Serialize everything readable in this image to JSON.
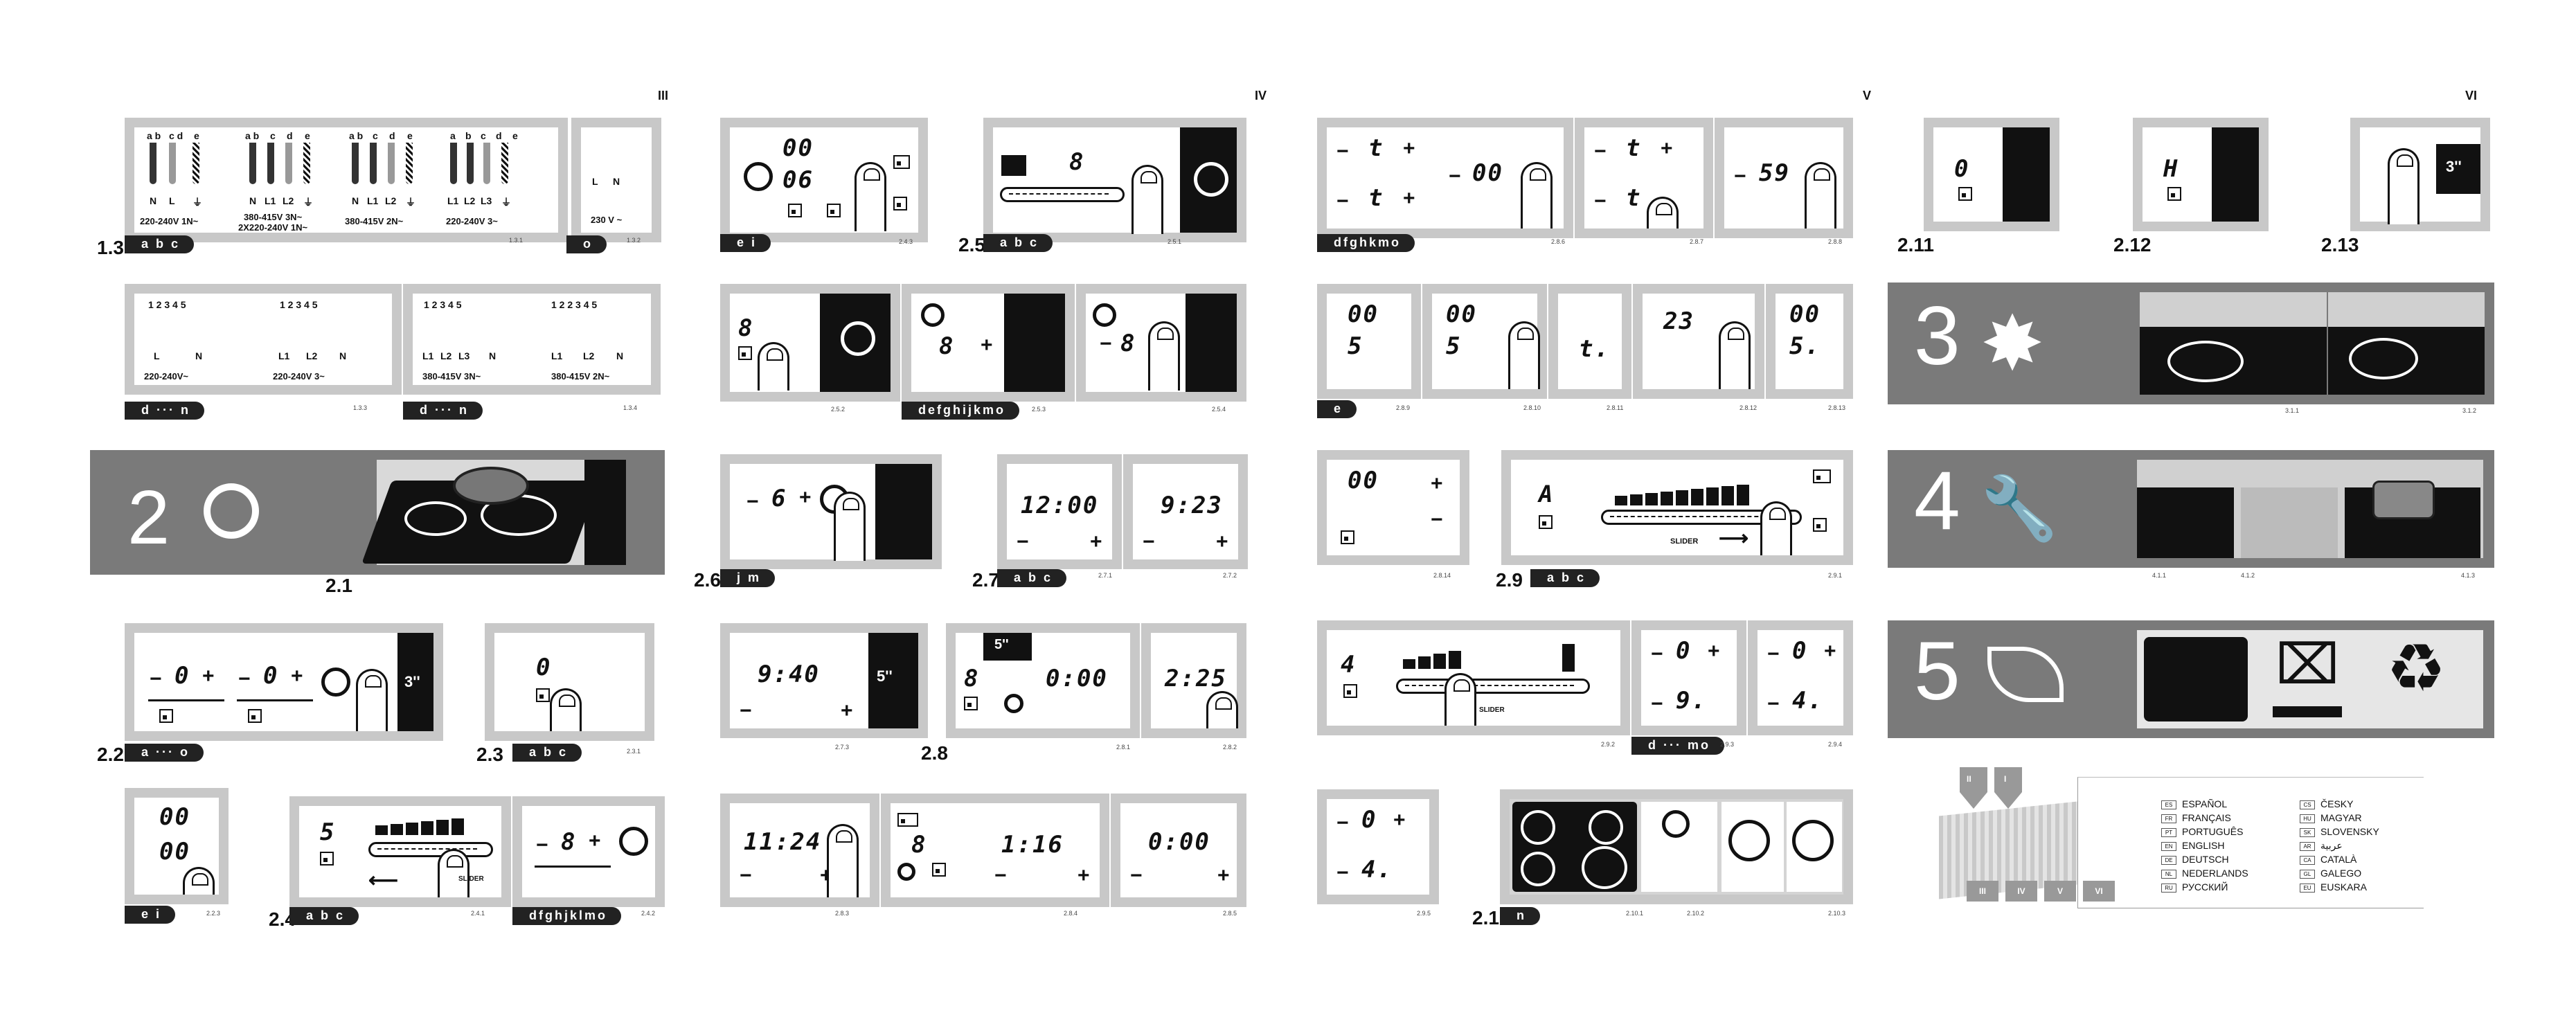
{
  "columns": [
    "III",
    "IV",
    "V",
    "VI"
  ],
  "section_titles": [
    "1.3",
    "2.1",
    "2.2",
    "2.3",
    "2.4",
    "2.5",
    "2.6",
    "2.7",
    "2.8",
    "2.9",
    "2.10",
    "2.11",
    "2.12",
    "2.13"
  ],
  "sub_numbers": {
    "s131": "1.3.1",
    "s132": "1.3.2",
    "s133": "1.3.3",
    "s134": "1.3.4",
    "s223": "2.2.3",
    "s231": "2.3.1",
    "s241": "2.4.1",
    "s242": "2.4.2",
    "s243": "2.4.3",
    "s251": "2.5.1",
    "s252": "2.5.2",
    "s253": "2.5.3",
    "s254": "2.5.4",
    "s271": "2.7.1",
    "s272": "2.7.2",
    "s273": "2.7.3",
    "s281": "2.8.1",
    "s282": "2.8.2",
    "s283": "2.8.3",
    "s284": "2.8.4",
    "s285": "2.8.5",
    "s286": "2.8.6",
    "s287": "2.8.7",
    "s288": "2.8.8",
    "s289": "2.8.9",
    "s2810": "2.8.10",
    "s2811": "2.8.11",
    "s2812": "2.8.12",
    "s2813": "2.8.13",
    "s2814": "2.8.14",
    "s291": "2.9.1",
    "s292": "2.9.2",
    "s293": "2.9.3",
    "s294": "2.9.4",
    "s295": "2.9.5",
    "s2101": "2.10.1",
    "s2102": "2.10.2",
    "s2103": "2.10.3",
    "s311": "3.1.1",
    "s312": "3.1.2",
    "s411": "4.1.1",
    "s412": "4.1.2",
    "s413": "4.1.3"
  },
  "tabs": {
    "abc": "a b c",
    "o": "o",
    "dn1": "d ··· n",
    "dn2": "d ··· n",
    "ei1": "e i",
    "ei2": "e i",
    "abc25": "a b c",
    "abc27": "a b c",
    "abc23": "a b c",
    "abc24": "a b c",
    "abc29": "a b c",
    "ao": "a ··· o",
    "jm": "j m",
    "defghijkmo": "defghijkmo",
    "dfghkmo": "dfghkmo",
    "dfghjklmo": "dfghjklmo",
    "e": "e",
    "dmo": "d ··· mo",
    "n": "n"
  },
  "wiring": {
    "top_letters": [
      "a b",
      "c d",
      "e",
      "a b",
      "c",
      "d",
      "e",
      "a b",
      "c",
      "d",
      "e",
      "a",
      "b",
      "c",
      "d",
      "e"
    ],
    "bottom_letters_1": [
      "N",
      "L",
      "⏚"
    ],
    "bottom_letters_2": [
      "N",
      "L1",
      "L2",
      "⏚"
    ],
    "bottom_letters_3": [
      "N",
      "L1",
      "L2",
      "⏚"
    ],
    "bottom_letters_4": [
      "L1",
      "L2",
      "L3",
      "⏚"
    ],
    "volts": [
      "220-240V 1N~",
      "380-415V 3N~\n2X220-240V 1N~",
      "380-415V 2N~",
      "220-240V 3~"
    ],
    "single_volt": "230 V ~",
    "single_letters": [
      "L",
      "N"
    ],
    "terminal_nums_1": "1 2 3   4 5",
    "terminal_nums_2": "1 2 3 4 5",
    "terminal_nums_3": "1 2 3  4 5",
    "terminal_nums_4": "1  2 2 3 4 5",
    "term_volts": [
      "220-240V~",
      "220-240V 3~",
      "380-415V 3N~",
      "380-415V 2N~"
    ],
    "term_letters_1": [
      "L",
      "N"
    ],
    "term_letters_2": [
      "L1",
      "L2",
      "N"
    ],
    "term_letters_3": [
      "L1",
      "L2",
      "L3",
      "N"
    ],
    "term_letters_4": [
      "L1",
      "L2",
      "N"
    ]
  },
  "displays": {
    "d243a": "00",
    "d243b": "06",
    "d251": "8",
    "d252": "8",
    "d253": "8",
    "d254": "8",
    "d26": "6",
    "d271": "12:00",
    "d272": "9:23",
    "d273": "9:40",
    "d281": "8",
    "d281b": "0:00",
    "d282": "2:25",
    "d283": "11:24",
    "d284a": "8",
    "d284b": "1:16",
    "d285": "0:00",
    "d22a": "0",
    "d22b": "0",
    "d23": "0",
    "d223a": "00",
    "d223b": "00",
    "d241": "5",
    "d242": "8",
    "d286a": "t",
    "d286b": "t",
    "d287": "00",
    "d288a": "t",
    "d288b": "t",
    "d289": "59",
    "d2810a": "00",
    "d2810b": "5",
    "d2811a": "00",
    "d2811b": "5",
    "d2812": "t.",
    "d2813": "23",
    "d2814a": "00",
    "d2814b": "5.",
    "d2815": "00",
    "d291": "A",
    "d292": "4",
    "d293a": "0",
    "d293b": "9.",
    "d294a": "0",
    "d294b": "4.",
    "d295a": "0",
    "d295b": "4."
  },
  "badges": {
    "three_sec": "3''",
    "five_sec": "5''",
    "five_sec2": "5''",
    "three_sec2": "3''"
  },
  "slider_label": "SLIDER",
  "slider_label_2": "SLIDER",
  "slider_label_3": "SLIDER",
  "big_sections": [
    {
      "num": "2"
    },
    {
      "num": "3"
    },
    {
      "num": "4"
    },
    {
      "num": "5"
    }
  ],
  "languages": [
    {
      "code": "ES",
      "name": "ESPAÑOL"
    },
    {
      "code": "FR",
      "name": "FRANÇAIS"
    },
    {
      "code": "PT",
      "name": "PORTUGUÊS"
    },
    {
      "code": "EN",
      "name": "ENGLISH"
    },
    {
      "code": "DE",
      "name": "DEUTSCH"
    },
    {
      "code": "NL",
      "name": "NEDERLANDS"
    },
    {
      "code": "RU",
      "name": "РУССКИЙ"
    },
    {
      "code": "CS",
      "name": "ČESKY"
    },
    {
      "code": "HU",
      "name": "MAGYAR"
    },
    {
      "code": "SK",
      "name": "SLOVENSKY"
    },
    {
      "code": "AR",
      "name": "عربية"
    },
    {
      "code": "CA",
      "name": "CATALÀ"
    },
    {
      "code": "GL",
      "name": "GALEGO"
    },
    {
      "code": "EU",
      "name": "EUSKARA"
    }
  ],
  "booklet_tabs": [
    "III",
    "IV",
    "V",
    "VI"
  ],
  "booklet_top": [
    "II",
    "I"
  ]
}
